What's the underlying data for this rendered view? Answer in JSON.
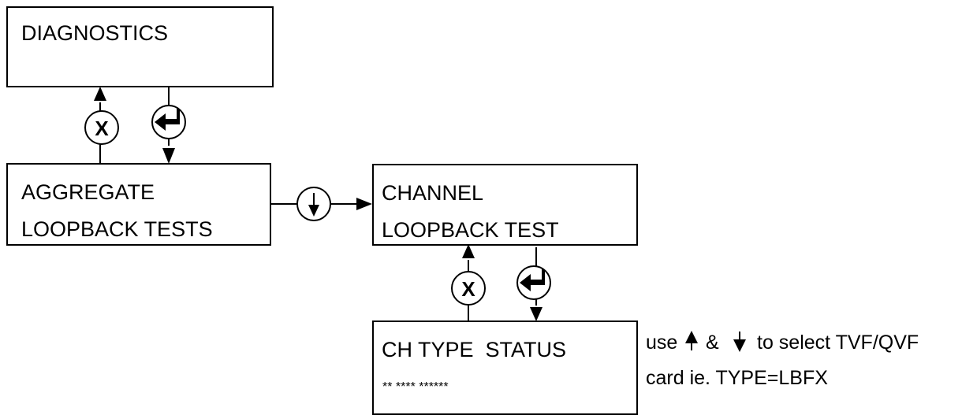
{
  "diagnostics": {
    "line1": "DIAGNOSTICS"
  },
  "aggregate": {
    "line1": "AGGREGATE",
    "line2": "LOOPBACK TESTS"
  },
  "channel": {
    "line1": "CHANNEL",
    "line2": "LOOPBACK TEST"
  },
  "status": {
    "line1": "CH TYPE  STATUS",
    "line2": "** **** ******"
  },
  "note": {
    "prefix": "use",
    "amp": "&",
    "suffix": "to select TVF/QVF",
    "line2": "card ie. TYPE=LBFX"
  },
  "keys": {
    "cancel": "X"
  },
  "icons": {
    "cancel": "x-key-icon",
    "enter": "enter-key-icon",
    "down": "down-key-icon",
    "up_arrow": "up-arrow-icon",
    "down_arrow": "down-arrow-icon"
  }
}
